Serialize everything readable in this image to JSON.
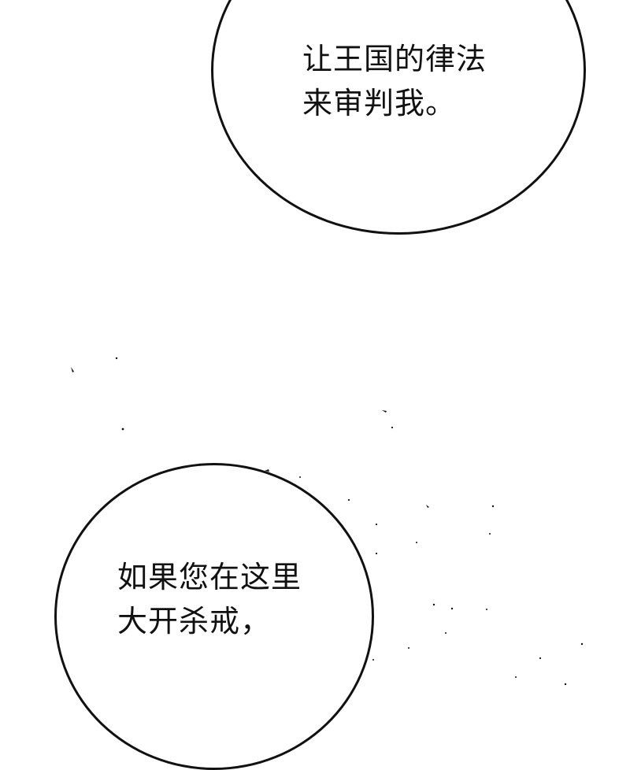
{
  "panel": {
    "background_color": "#ffffff",
    "ink_color": "#111111"
  },
  "bubbles": [
    {
      "lines": [
        "让王国的律法",
        "来审判我。"
      ]
    },
    {
      "lines": [
        "如果您在这里",
        "大开杀戒，"
      ]
    }
  ]
}
